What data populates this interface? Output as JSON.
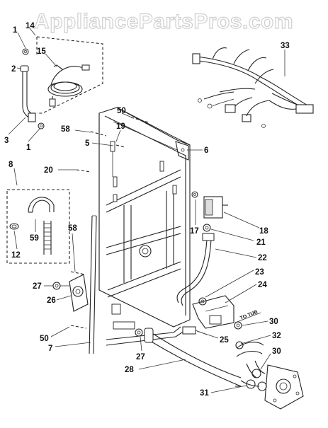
{
  "watermark": "AppliancePartsPros.com",
  "to_tub_note": "TO TUB",
  "callouts": {
    "c1a": "1",
    "c14": "14",
    "c15": "15",
    "c2": "2",
    "c3": "3",
    "c1b": "1",
    "c33": "33",
    "c50a": "50",
    "c58a": "58",
    "c19": "19",
    "c5": "5",
    "c6": "6",
    "c8": "8",
    "c20": "20",
    "c59": "59",
    "c12": "12",
    "c58b": "58",
    "c17": "17",
    "c18": "18",
    "c21": "21",
    "c22": "22",
    "c23": "23",
    "c24": "24",
    "c27a": "27",
    "c26": "26",
    "c50b": "50",
    "c7": "7",
    "c27b": "27",
    "c25": "25",
    "c30a": "30",
    "c32": "32",
    "c30b": "30",
    "c28": "28",
    "c31": "31"
  }
}
